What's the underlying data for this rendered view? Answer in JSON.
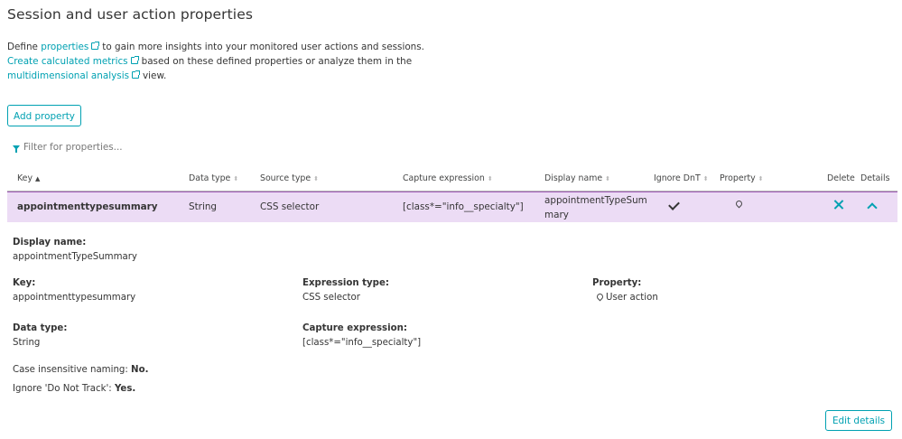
{
  "title": "Session and user action properties",
  "intro": {
    "line1_pre": "Define ",
    "line1_link": "properties",
    "line1_post": "to gain more insights into your monitored user actions and sessions.",
    "line2_link": "Create calculated metrics",
    "line2_post": "based on these defined properties or analyze them in the",
    "line3_link": "multidimensional analysis",
    "line3_post": "view."
  },
  "add_button": "Add property",
  "filter_placeholder": "Filter for properties...",
  "columns": {
    "key": "Key",
    "data_type": "Data type",
    "source_type": "Source type",
    "capture_expression": "Capture expression",
    "display_name": "Display name",
    "ignore_dnt": "Ignore DnT",
    "property": "Property",
    "delete": "Delete",
    "details": "Details"
  },
  "row": {
    "key": "appointmenttypesummary",
    "data_type": "String",
    "source_type": "CSS selector",
    "capture_expression": "[class*=\"info__specialty\"]",
    "display_name": "appointmentTypeSum mary"
  },
  "details": {
    "display_name_label": "Display name:",
    "display_name_value": "appointmentTypeSummary",
    "key_label": "Key:",
    "key_value": "appointmenttypesummary",
    "expression_type_label": "Expression type:",
    "expression_type_value": "CSS selector",
    "property_label": "Property:",
    "property_value": "User action",
    "data_type_label": "Data type:",
    "data_type_value": "String",
    "capture_expression_label": "Capture expression:",
    "capture_expression_value": "[class*=\"info__specialty\"]",
    "case_label": "Case insensitive naming:",
    "case_value": "No.",
    "dnt_label": "Ignore 'Do Not Track':",
    "dnt_value": "Yes."
  },
  "edit_button": "Edit details",
  "icons": {
    "external_link": "external-link-icon",
    "filter": "filter-icon",
    "check": "check-icon",
    "property": "user-action-pin-icon",
    "delete": "close-icon",
    "collapse": "chevron-up-icon"
  },
  "colors": {
    "accent": "#00a1b2",
    "row_selected_bg": "#ecdcf5",
    "row_selected_border": "#a05bb6"
  }
}
